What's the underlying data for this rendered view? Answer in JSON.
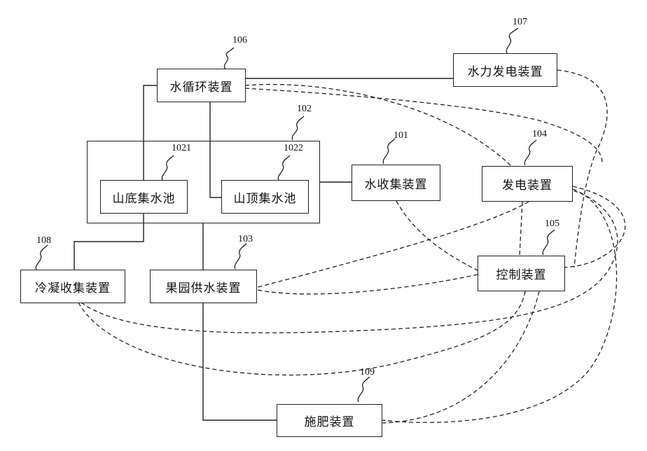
{
  "nodes": {
    "water_cycle": {
      "label": "水循环装置",
      "ref": "106"
    },
    "hydro_power": {
      "label": "水力发电装置",
      "ref": "107"
    },
    "reservoir_group": {
      "ref": "102"
    },
    "base_pool": {
      "label": "山底集水池",
      "ref": "1021"
    },
    "top_pool": {
      "label": "山顶集水池",
      "ref": "1022"
    },
    "water_collect": {
      "label": "水收集装置",
      "ref": "101"
    },
    "power_gen": {
      "label": "发电装置",
      "ref": "104"
    },
    "control": {
      "label": "控制装置",
      "ref": "105"
    },
    "condensate": {
      "label": "冷凝收集装置",
      "ref": "108"
    },
    "orchard_supply": {
      "label": "果园供水装置",
      "ref": "103"
    },
    "fertilizer": {
      "label": "施肥装置",
      "ref": "109"
    }
  }
}
